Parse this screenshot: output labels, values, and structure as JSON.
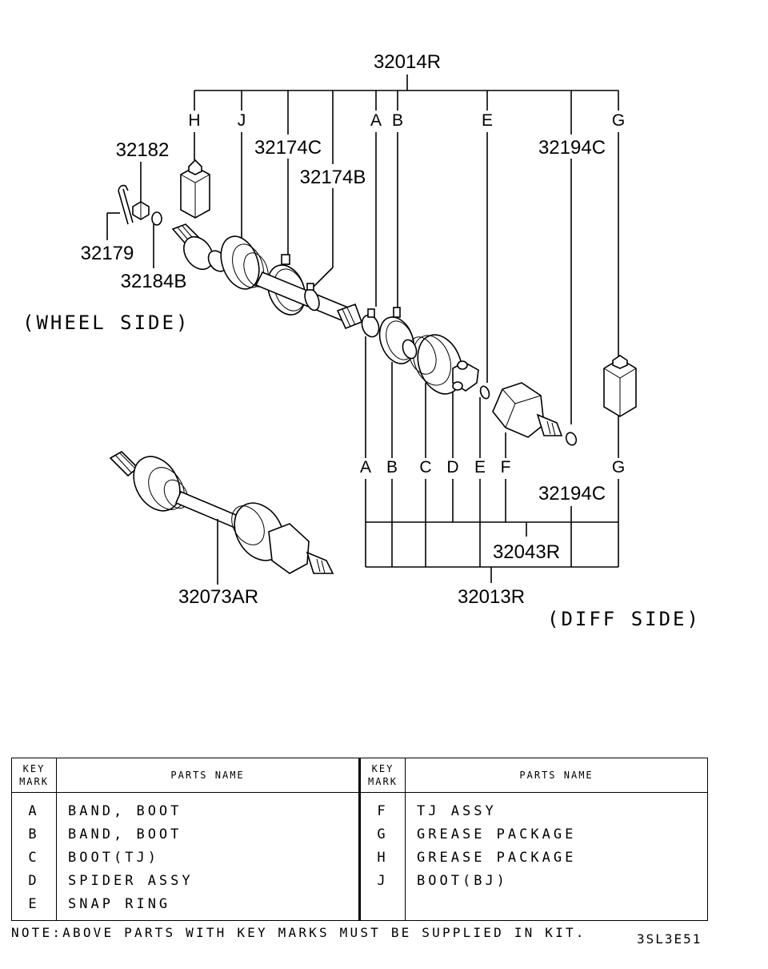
{
  "diagram": {
    "labels": {
      "assy_top": "32014R",
      "part_32174C": "32174C",
      "part_32174B": "32174B",
      "part_32182": "32182",
      "part_32179": "32179",
      "part_32184B": "32184B",
      "part_32194C_top": "32194C",
      "part_32194C_bottom": "32194C",
      "part_32043R": "32043R",
      "part_32013R": "32013R",
      "part_32073AR": "32073AR"
    },
    "top_marks": [
      "H",
      "J",
      "A",
      "B",
      "E",
      "G"
    ],
    "bottom_marks": [
      "A",
      "B",
      "C",
      "D",
      "E",
      "F",
      "G"
    ],
    "wheel_side": "(WHEEL SIDE)",
    "diff_side": "(DIFF SIDE)"
  },
  "table": {
    "headers": {
      "key_mark": [
        "KEY",
        "MARK"
      ],
      "parts_name": "PARTS NAME"
    },
    "left": [
      {
        "key": "A",
        "name": "BAND, BOOT"
      },
      {
        "key": "B",
        "name": "BAND, BOOT"
      },
      {
        "key": "C",
        "name": "BOOT(TJ)"
      },
      {
        "key": "D",
        "name": "SPIDER ASSY"
      },
      {
        "key": "E",
        "name": "SNAP RING"
      }
    ],
    "right": [
      {
        "key": "F",
        "name": "TJ ASSY"
      },
      {
        "key": "G",
        "name": "GREASE PACKAGE"
      },
      {
        "key": "H",
        "name": "GREASE PACKAGE"
      },
      {
        "key": "J",
        "name": "BOOT(BJ)"
      },
      {
        "key": "",
        "name": ""
      }
    ]
  },
  "note": "NOTE:ABOVE PARTS WITH KEY MARKS MUST BE SUPPLIED IN KIT.",
  "code": "3SL3E51"
}
